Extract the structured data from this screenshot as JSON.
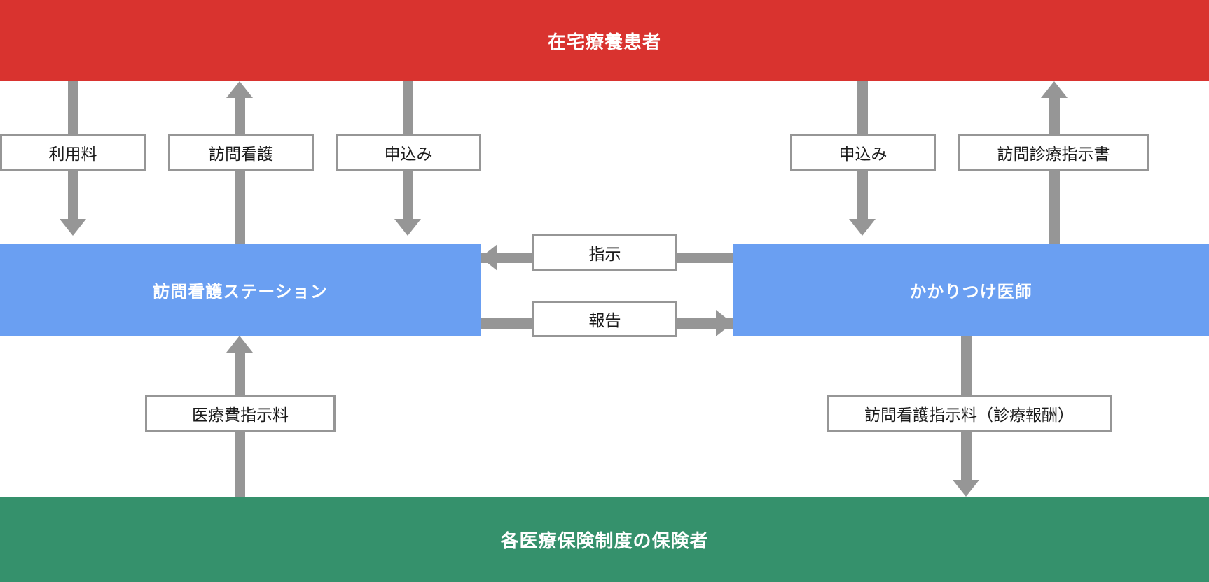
{
  "diagram": {
    "title": "在宅療養患者",
    "bands": {
      "top": {
        "label": "在宅療養患者",
        "color": "#D9332F"
      },
      "bottom": {
        "label": "各医療保険制度の保険者",
        "color": "#35916C"
      }
    },
    "actors": [
      {
        "id": "station",
        "label": "訪問看護ステーション",
        "color": "#6A9FF2"
      },
      {
        "id": "doctor",
        "label": "かかりつけ医師",
        "color": "#6A9FF2"
      }
    ],
    "edge_labels": {
      "usage_fee": "利用料",
      "home_nursing": "訪問看護",
      "application_left": "申込み",
      "application_right": "申込み",
      "home_care_order": "訪問診療指示書",
      "instruction": "指示",
      "report": "報告",
      "medical_fee_order": "医療費指示料",
      "nursing_order_fee": "訪問看護指示料（診療報酬）"
    },
    "arrow_color": "#969696",
    "arrows": [
      {
        "label": "利用料",
        "direction": "down",
        "from": "在宅療養患者",
        "to": "訪問看護ステーション"
      },
      {
        "label": "訪問看護",
        "direction": "up",
        "from": "訪問看護ステーション",
        "to": "在宅療養患者"
      },
      {
        "label": "申込み",
        "direction": "down",
        "from": "在宅療養患者",
        "to": "訪問看護ステーション"
      },
      {
        "label": "申込み",
        "direction": "down",
        "from": "在宅療養患者",
        "to": "かかりつけ医師"
      },
      {
        "label": "訪問診療指示書",
        "direction": "up",
        "from": "かかりつけ医師",
        "to": "在宅療養患者"
      },
      {
        "label": "指示",
        "direction": "left",
        "from": "かかりつけ医師",
        "to": "訪問看護ステーション"
      },
      {
        "label": "報告",
        "direction": "right",
        "from": "訪問看護ステーション",
        "to": "かかりつけ医師"
      },
      {
        "label": "医療費指示料",
        "direction": "up",
        "from": "各医療保険制度の保険者",
        "to": "訪問看護ステーション"
      },
      {
        "label": "訪問看護指示料（診療報酬）",
        "direction": "down",
        "from": "かかりつけ医師",
        "to": "各医療保険制度の保険者"
      }
    ]
  }
}
